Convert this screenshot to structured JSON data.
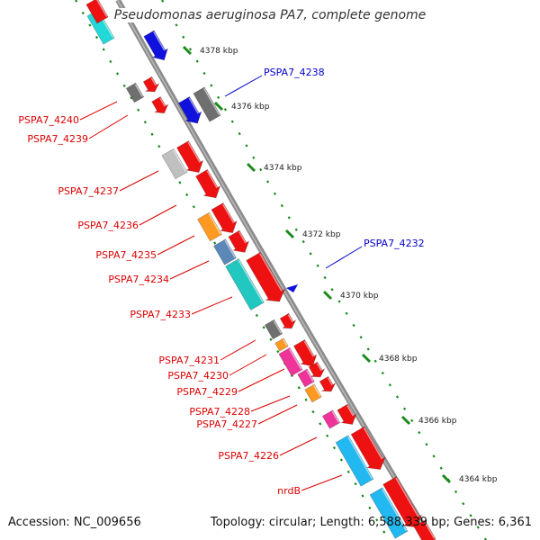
{
  "title": "Pseudomonas aeruginosa PA7, complete genome",
  "footer": {
    "accession": "Accession: NC_009656",
    "summary": "Topology: circular; Length: 6,588,339 bp; Genes: 6,361"
  },
  "ticks": [
    "4378 kbp",
    "4376 kbp",
    "4374 kbp",
    "4372 kbp",
    "4370 kbp",
    "4368 kbp",
    "4366 kbp",
    "4364 kbp"
  ],
  "labels": {
    "left": [
      "PSPA7_4240",
      "PSPA7_4239",
      "PSPA7_4237",
      "PSPA7_4236",
      "PSPA7_4235",
      "PSPA7_4234",
      "PSPA7_4233",
      "PSPA7_4231",
      "PSPA7_4230",
      "PSPA7_4229",
      "PSPA7_4228",
      "PSPA7_4227",
      "PSPA7_4226",
      "nrdB"
    ],
    "right": [
      "PSPA7_4238",
      "PSPA7_4232"
    ]
  },
  "colors": {
    "backbone": "#8c8c8c",
    "dotted_track": "#1a8a1a",
    "label_left": "#dd0000",
    "label_right": "#0000cc",
    "red": "#ee1111",
    "cyan": "#22d8d8",
    "blue": "#1111dd",
    "gray": "#6f6f6f",
    "lightgray": "#c0c0c0",
    "orange": "#ff9922",
    "steel": "#5b88b8",
    "teal": "#22c8c0",
    "magenta": "#ee3399",
    "skyblue": "#22b8f0"
  }
}
